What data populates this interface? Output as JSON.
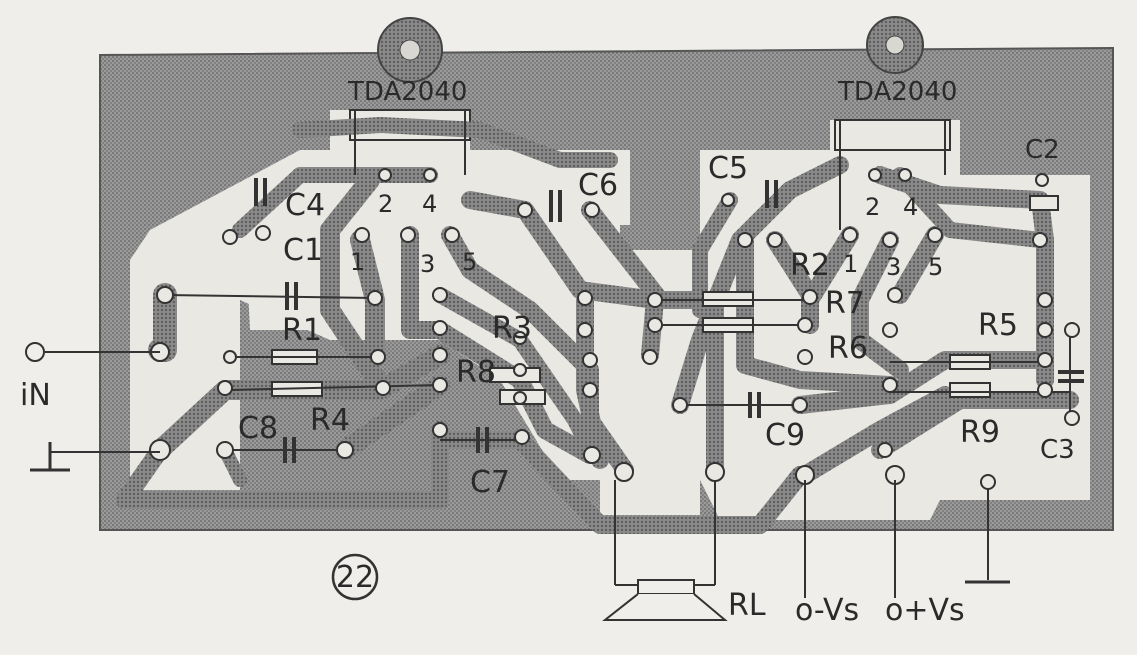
{
  "figure_number": "22",
  "ic_labels": [
    "TDA2040",
    "TDA2040"
  ],
  "pin_numbers_left": [
    "1",
    "2",
    "3",
    "4",
    "5"
  ],
  "pin_numbers_right": [
    "1",
    "2",
    "3",
    "4",
    "5"
  ],
  "capacitors": [
    "C1",
    "C2",
    "C3",
    "C4",
    "C5",
    "C6",
    "C7",
    "C8",
    "C9"
  ],
  "resistors": [
    "R1",
    "R2",
    "R3",
    "R4",
    "R5",
    "R6",
    "R7",
    "R8",
    "R9"
  ],
  "terminals": {
    "input": "iN",
    "load": "RL",
    "neg_supply": "o-Vs",
    "pos_supply": "o+Vs"
  },
  "colors": {
    "board": "#8d8d8d",
    "trace": "#6a6a6a",
    "paper": "#efeeea",
    "ink": "#2a2a2a"
  }
}
